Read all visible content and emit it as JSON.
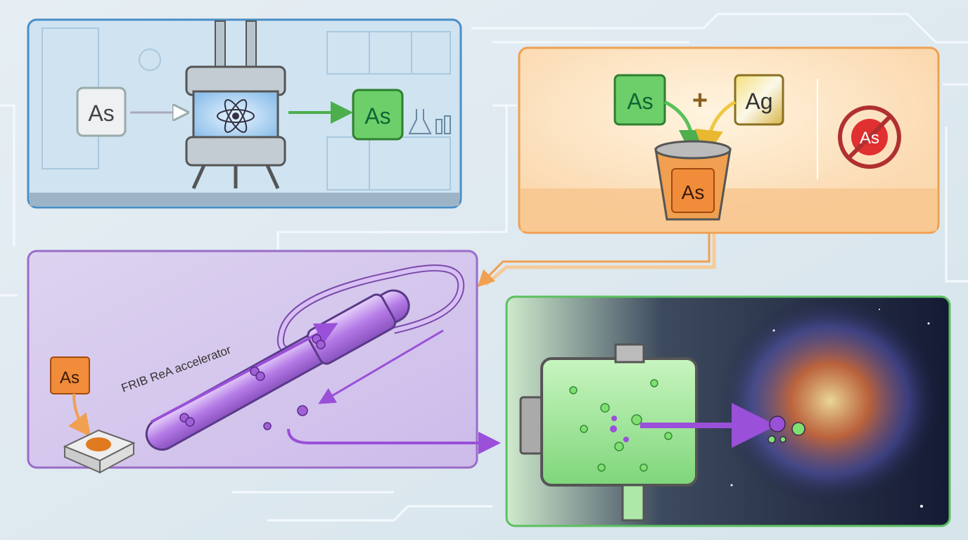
{
  "panel1": {
    "input_element": "As",
    "output_element": "As"
  },
  "panel2": {
    "element_a": "As",
    "plus": "+",
    "element_b": "Ag",
    "bucket_element": "As",
    "forbidden_element": "As"
  },
  "panel3": {
    "source_element": "As",
    "accelerator_label": "FRIB ReA accelerator"
  },
  "colors": {
    "blue": "#4a8ec4",
    "orange": "#f0a050",
    "purple": "#9a6cc8",
    "green": "#5cc060"
  }
}
